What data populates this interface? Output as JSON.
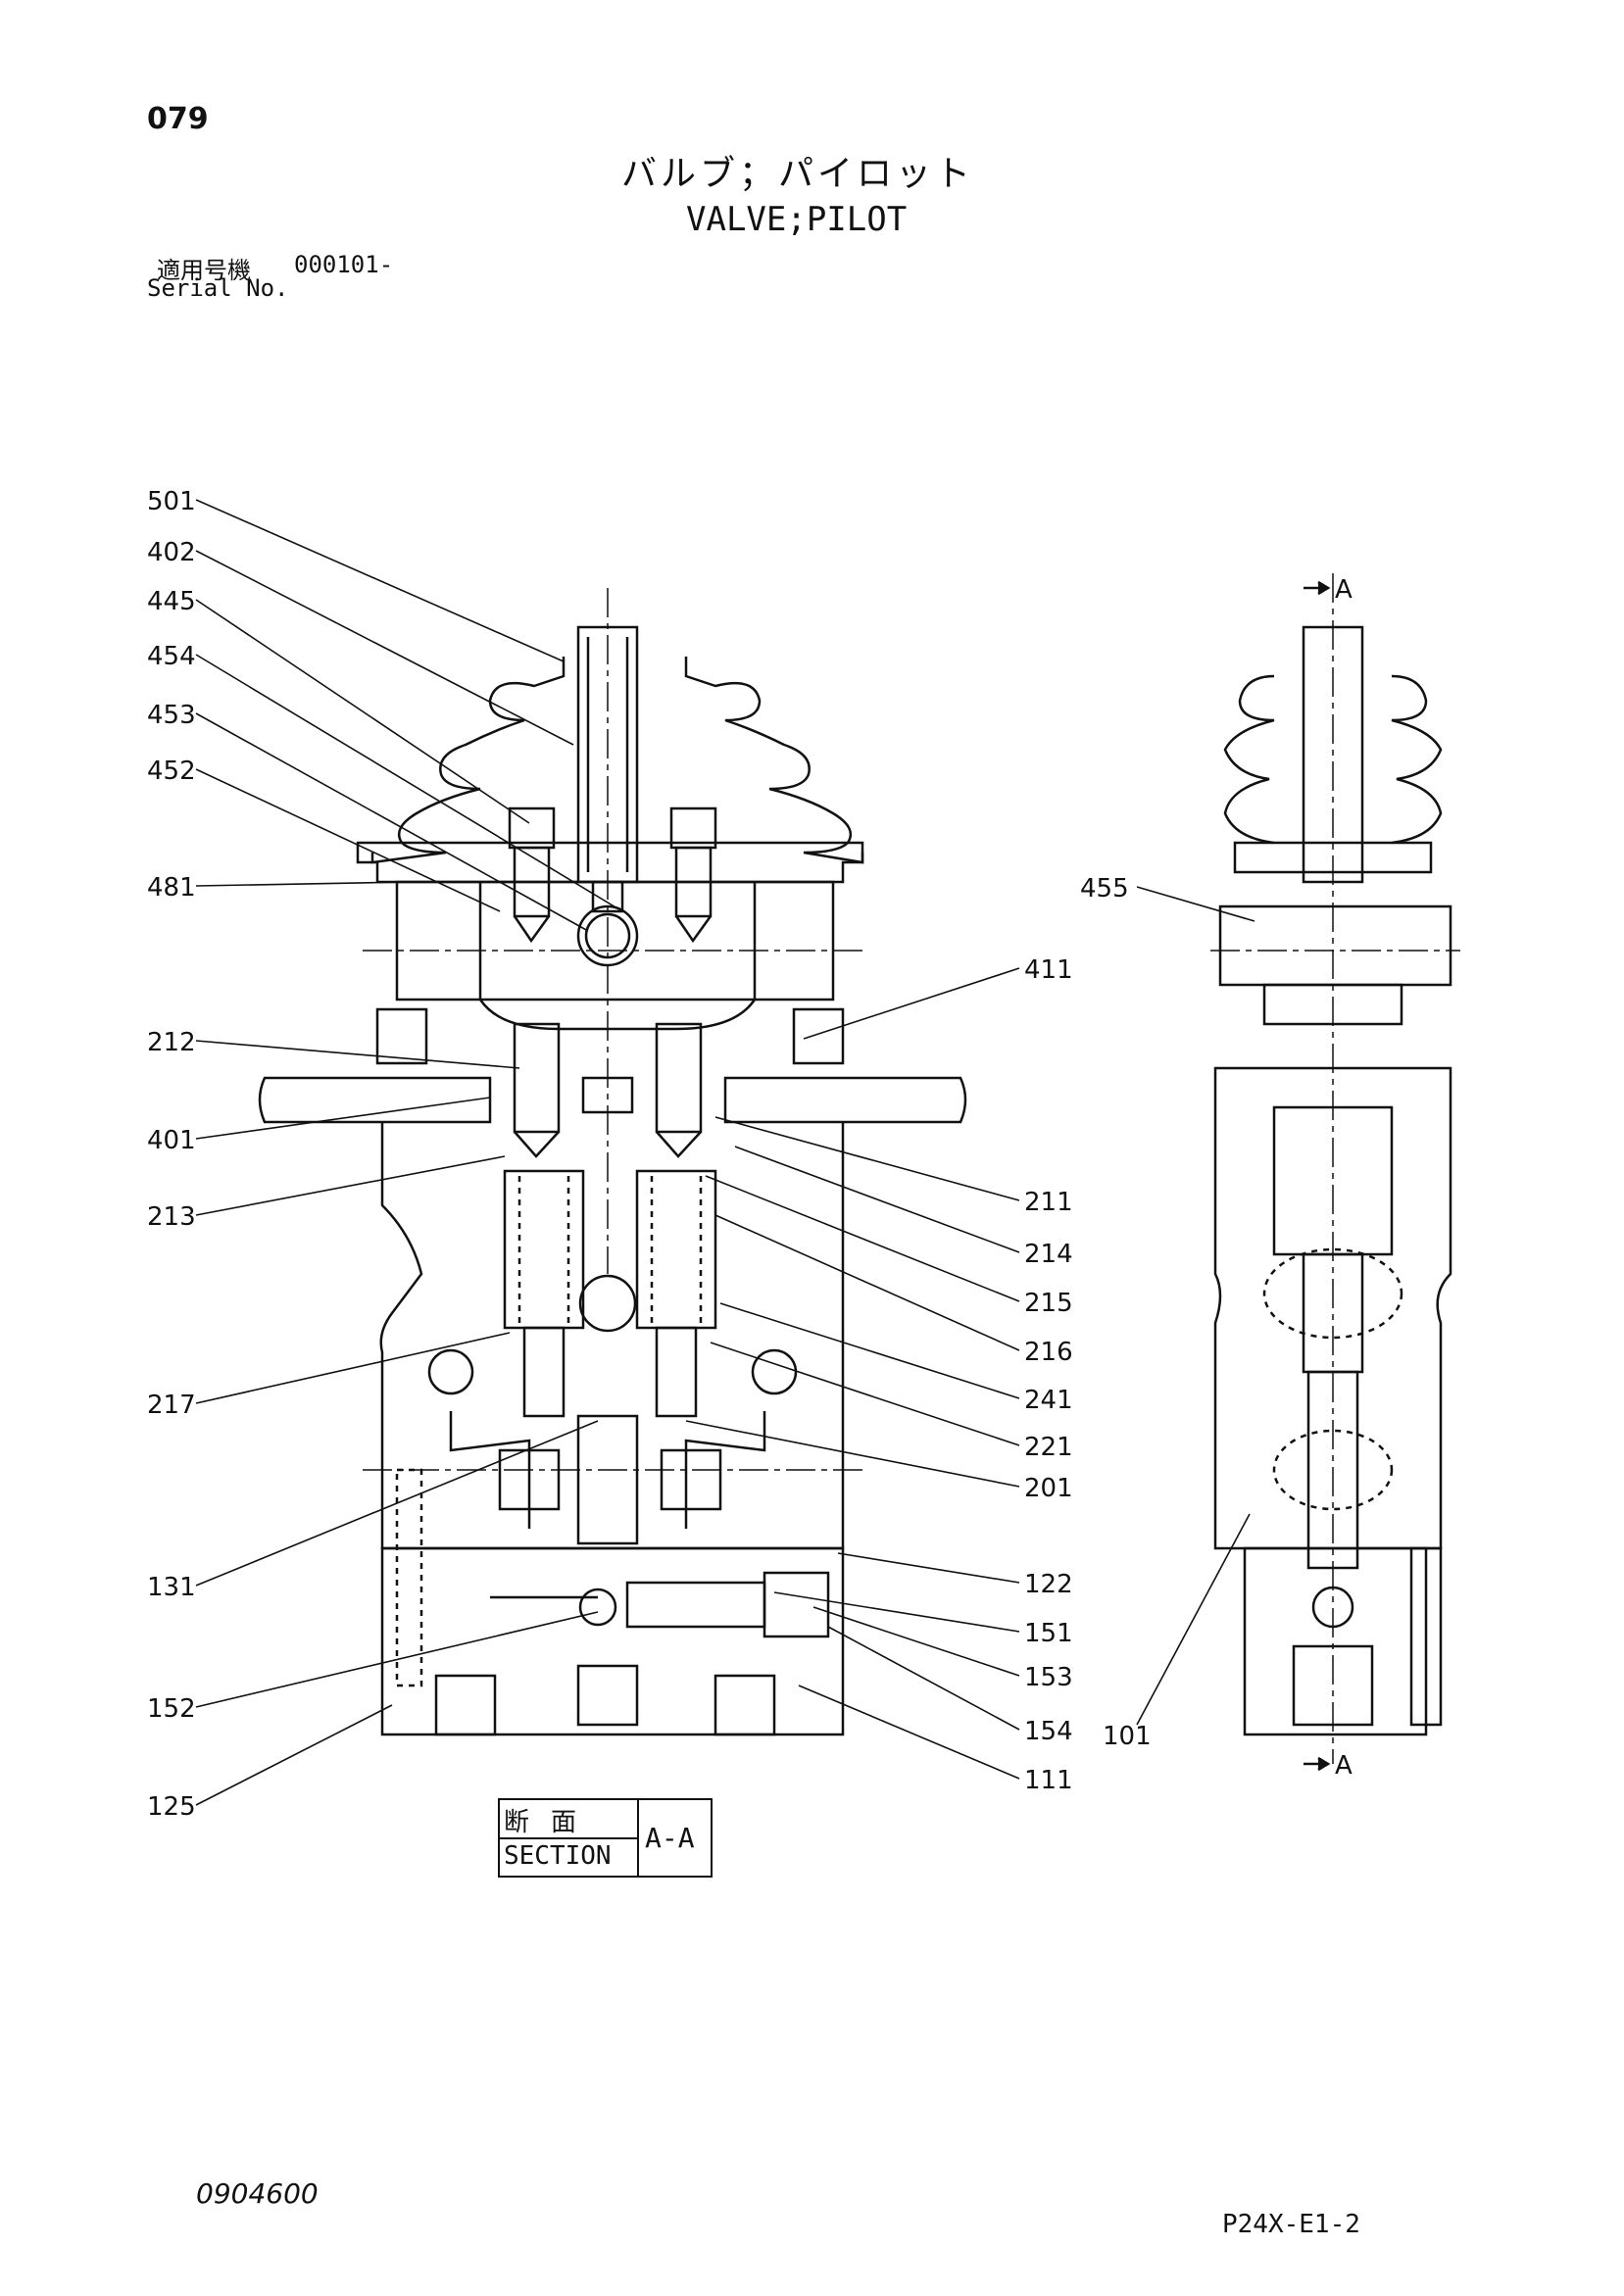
{
  "page_number": "079",
  "title_jp": "バルブ；パイロット",
  "title_en": "VALVE;PILOT",
  "serial": {
    "label_jp": "適用号機",
    "value": "000101-",
    "label_en": "Serial No."
  },
  "section_label": {
    "jp": "断面",
    "en": "SECTION",
    "view": "A-A"
  },
  "section_markers": {
    "top": "A",
    "bottom": "A"
  },
  "doc_id": "0904600",
  "sheet_id": "P24X-E1-2",
  "part_labels": {
    "left": [
      "501",
      "402",
      "445",
      "454",
      "453",
      "452",
      "481",
      "212",
      "401",
      "213",
      "217",
      "131",
      "152",
      "125"
    ],
    "right": [
      "411",
      "211",
      "214",
      "215",
      "216",
      "241",
      "221",
      "201",
      "122",
      "151",
      "153",
      "154",
      "111"
    ],
    "side_view": [
      "455",
      "101"
    ]
  }
}
